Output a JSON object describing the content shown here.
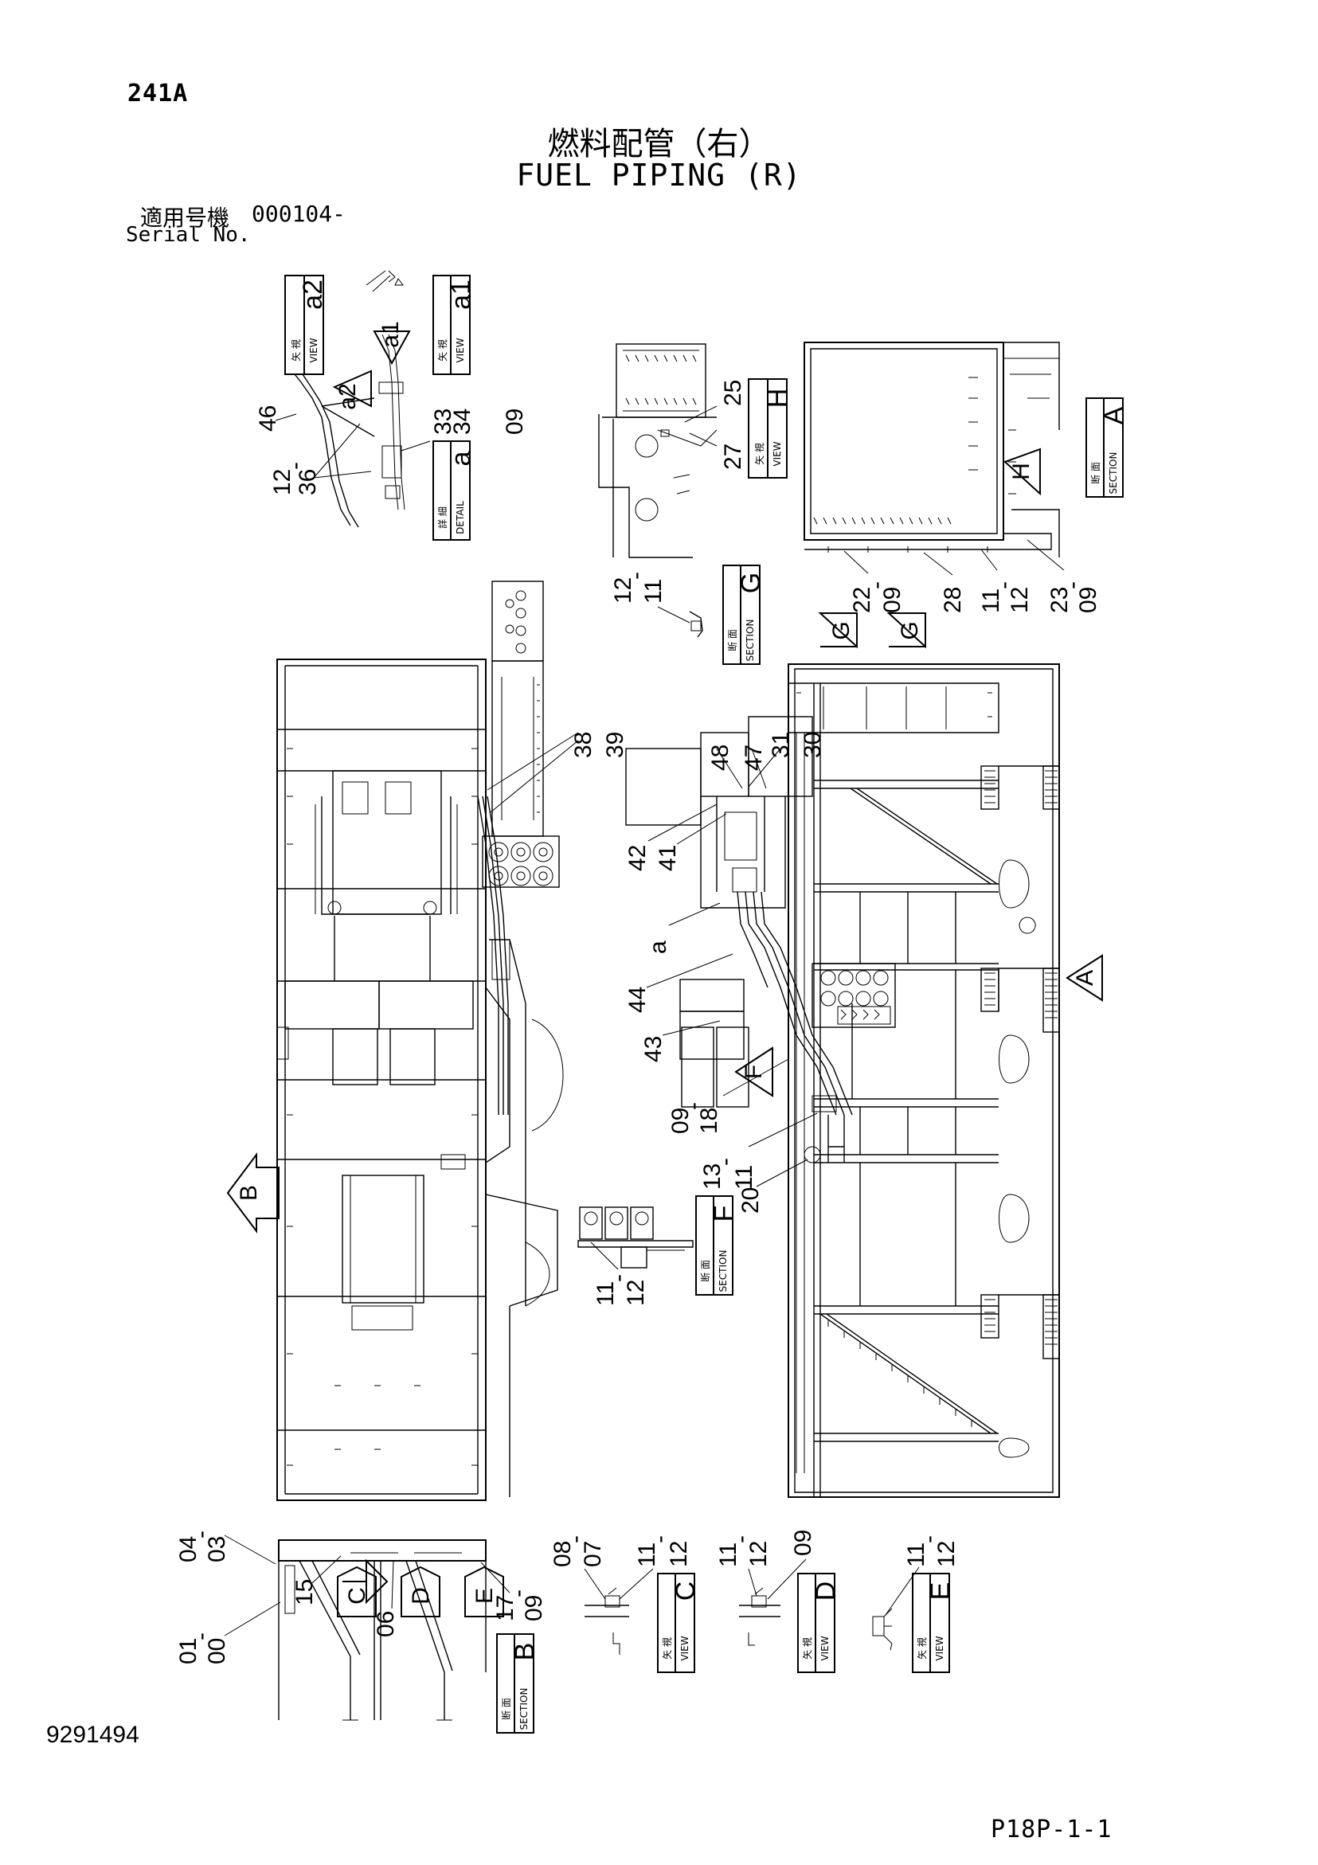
{
  "header": {
    "page_number": "241A",
    "title_ja": "燃料配管（右）",
    "title_en": "FUEL PIPING (R)",
    "serial_label_ja": "適用号機",
    "serial_value": "000104-",
    "serial_label_en": "Serial No."
  },
  "footer": {
    "doc_number": "9291494",
    "sheet_ref": "P18P-1-1"
  },
  "callouts": {
    "c46": "46",
    "c12a": "12",
    "c36": "36",
    "c33": "33",
    "c34": "34",
    "c09a": "09",
    "c25": "25",
    "c27": "27",
    "c22": "22",
    "c09b": "09",
    "c28": "28",
    "c11a": "11",
    "c12b": "12",
    "c23": "23",
    "c09c": "09",
    "c12c": "12",
    "c11b": "11",
    "c38": "38",
    "c39": "39",
    "c48": "48",
    "c47": "47",
    "c31": "31",
    "c30": "30",
    "c42": "42",
    "c41": "41",
    "ca": "a",
    "c44": "44",
    "c43": "43",
    "c09d": "09",
    "c18": "18",
    "c13": "13",
    "c11c": "11",
    "c20": "20",
    "c11d": "11",
    "c12d": "12",
    "c04": "04",
    "c03": "03",
    "c15": "15",
    "c06": "06",
    "c17": "17",
    "c09e": "09",
    "c01": "01",
    "c00": "00",
    "c08": "08",
    "c07": "07",
    "c11e": "11",
    "c12e": "12",
    "c11f": "11",
    "c12f": "12",
    "c09f": "09",
    "c11g": "11",
    "c12g": "12",
    "dash": "-"
  },
  "views": {
    "a1": "a1",
    "a2": "a2",
    "a": "a",
    "H": "H",
    "A": "A",
    "G": "G",
    "F": "F",
    "B": "B",
    "C": "C",
    "D": "D",
    "E": "E"
  },
  "tags": {
    "view_ja": "矢 視",
    "view_en": "VIEW",
    "section_ja": "断 面",
    "section_en": "SECTION",
    "detail_ja": "詳 細",
    "detail_en": "DETAIL"
  }
}
